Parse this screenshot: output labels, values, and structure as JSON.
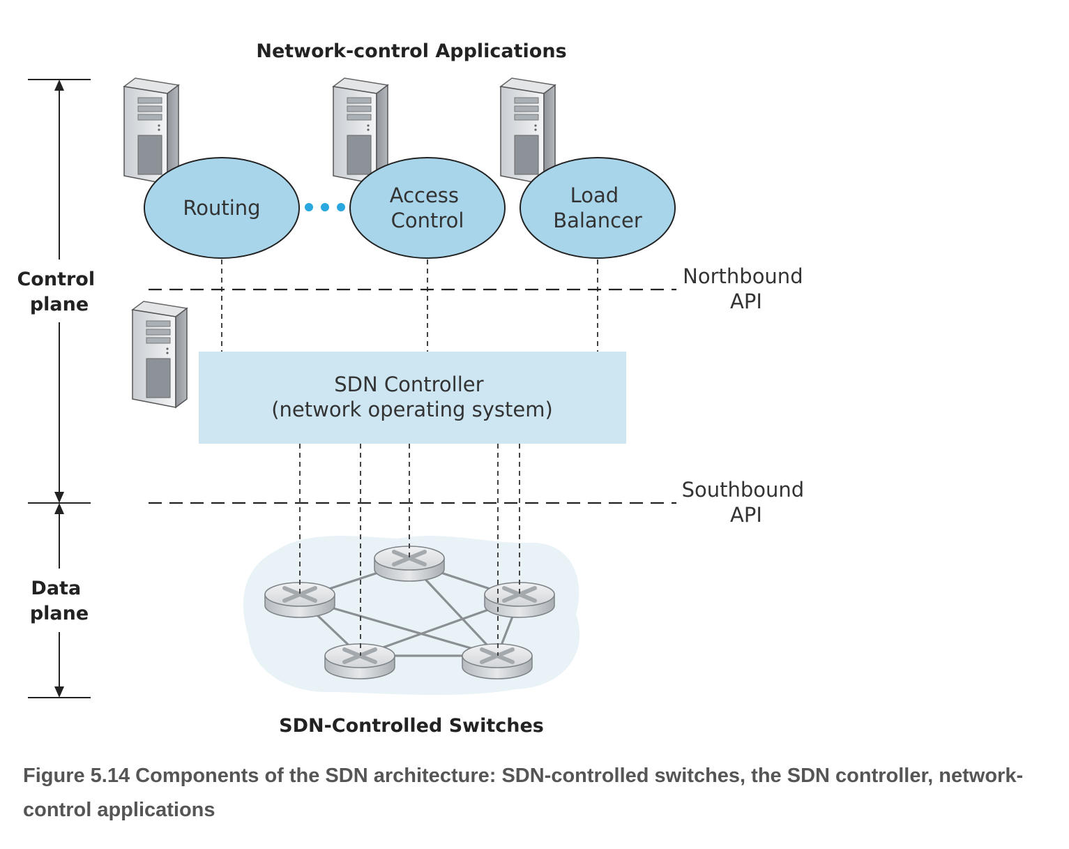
{
  "title": "Network-control Applications",
  "apps": [
    {
      "lines": [
        "Routing"
      ]
    },
    {
      "lines": [
        "Access",
        "Control"
      ]
    },
    {
      "lines": [
        "Load",
        "Balancer"
      ]
    }
  ],
  "controller": {
    "lines": [
      "SDN Controller",
      "(network operating system)"
    ]
  },
  "apis": {
    "northbound": [
      "Northbound",
      "API"
    ],
    "southbound": [
      "Southbound",
      "API"
    ]
  },
  "planes": {
    "control": [
      "Control",
      "plane"
    ],
    "data": [
      "Data",
      "plane"
    ]
  },
  "switches_label": "SDN-Controlled Switches",
  "caption": "Figure 5.14 Components of the SDN architecture: SDN-controlled switches, the SDN controller, network-control applications",
  "colors": {
    "app_fill": "#a8d5ea",
    "controller_fill": "#cde6f2",
    "cloud_fill": "#e8f2f7",
    "dots": "#2aa7de"
  }
}
